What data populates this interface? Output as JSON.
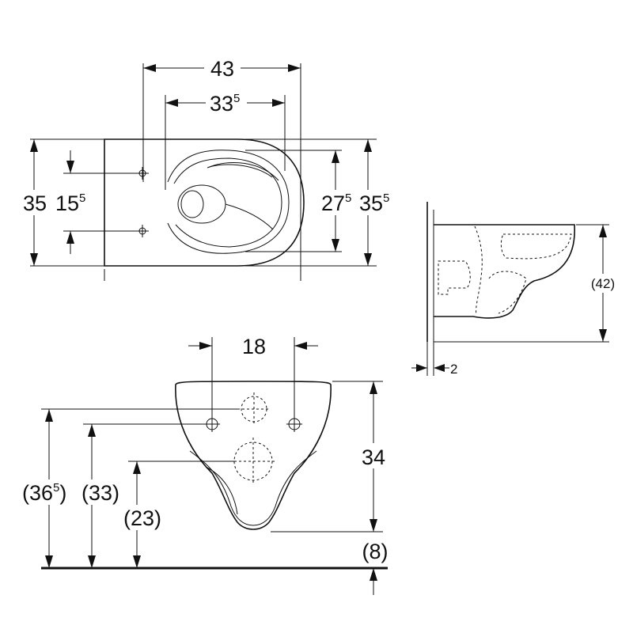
{
  "top_view": {
    "width_outer": {
      "main": "43",
      "sup": ""
    },
    "width_inner": {
      "main": "33",
      "sup": "5"
    },
    "depth_left": {
      "main": "35",
      "sup": ""
    },
    "bolt_spacing": {
      "main": "15",
      "sup": "5"
    },
    "depth_inner": {
      "main": "27",
      "sup": "5"
    },
    "depth_right": {
      "main": "35",
      "sup": "5"
    }
  },
  "side_view": {
    "height": "(42)",
    "gap": "2"
  },
  "rear_view": {
    "bolt_distance": "18",
    "height": "34",
    "floor_offset": "(8)",
    "h1": {
      "open": "(36",
      "sup": "5",
      "close": ")"
    },
    "h2": "(33)",
    "h3": "(23)"
  }
}
